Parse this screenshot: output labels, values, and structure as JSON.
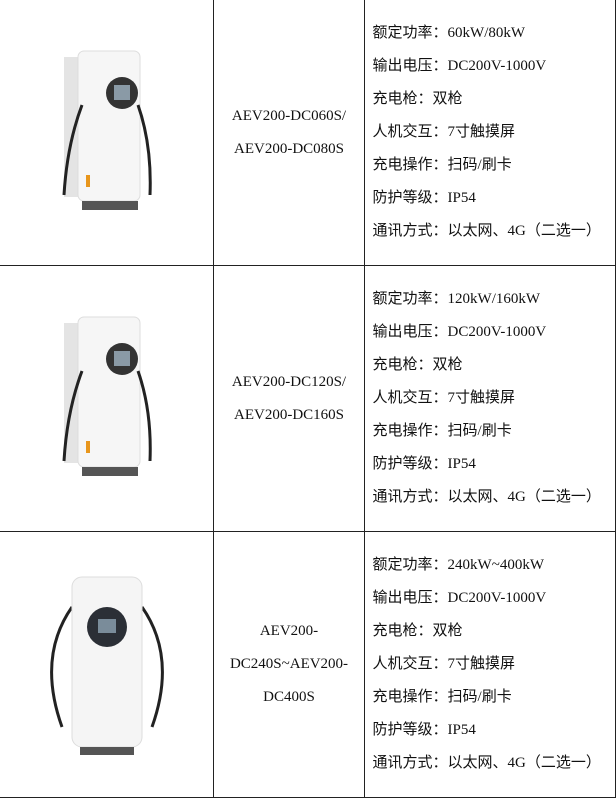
{
  "rows": [
    {
      "model": [
        "AEV200-DC060S/",
        "AEV200-DC080S"
      ],
      "specs": [
        "额定功率：60kW/80kW",
        "输出电压：DC200V-1000V",
        "充电枪：双枪",
        "人机交互：7寸触摸屏",
        "充电操作：扫码/刷卡",
        "防护等级：IP54",
        "通讯方式：以太网、4G（二选一）"
      ]
    },
    {
      "model": [
        "AEV200-DC120S/",
        "AEV200-DC160S"
      ],
      "specs": [
        "额定功率：120kW/160kW",
        "输出电压：DC200V-1000V",
        "充电枪：双枪",
        "人机交互：7寸触摸屏",
        "充电操作：扫码/刷卡",
        "防护等级：IP54",
        "通讯方式：以太网、4G（二选一）"
      ]
    },
    {
      "model": [
        "AEV200-",
        "DC240S~AEV200-",
        "DC400S"
      ],
      "specs": [
        "额定功率：240kW~400kW",
        "输出电压：DC200V-1000V",
        "充电枪：双枪",
        "人机交互：7寸触摸屏",
        "充电操作：扫码/刷卡",
        "防护等级：IP54",
        "通讯方式：以太网、4G（二选一）"
      ]
    }
  ]
}
